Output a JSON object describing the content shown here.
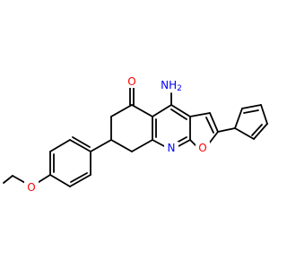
{
  "colors": {
    "bond": "#000000",
    "oxygen": "#ff0000",
    "nitrogen": "#0000ff"
  },
  "atoms": {
    "amino": "NH",
    "amino_subscript": "2",
    "ketone_oxygen": "O",
    "pyridine_nitrogen": "N",
    "furan_oxygen": "O",
    "ether_oxygen": "O"
  }
}
